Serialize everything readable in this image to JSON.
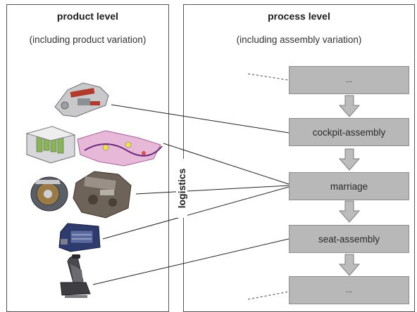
{
  "product_panel": {
    "title": "product level",
    "subtitle": "(including product variation)",
    "images": [
      "cockpit-module-image",
      "battery-and-wiring-harness-image",
      "electric-motor-and-engine-image",
      "door-module-image",
      "car-seat-image"
    ]
  },
  "process_panel": {
    "title": "process level",
    "subtitle": "(including assembly variation)",
    "steps": [
      "...",
      "cockpit-assembly",
      "marriage",
      "seat-assembly",
      "..."
    ]
  },
  "logistics_label": "logistics",
  "colors": {
    "box_fill": "#b8b8b8",
    "box_border": "#8e8e8e",
    "arrow_fill": "#bcbcbc",
    "line": "#222222"
  }
}
